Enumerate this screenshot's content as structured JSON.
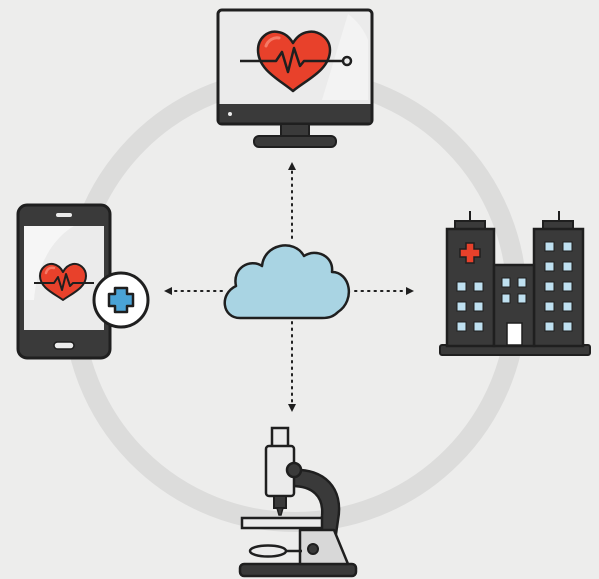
{
  "colors": {
    "background": "#ededec",
    "ring": "#dcdcdb",
    "outline": "#1f1f1f",
    "dark_body": "#3a3a3a",
    "screen": "#ebebeb",
    "heart_red": "#e8412b",
    "heart_highlight": "#f57a66",
    "cloud_blue": "#a9d4e3",
    "plus_blue": "#4aa3d6",
    "window_blue": "#bfe0f0",
    "white": "#ffffff",
    "gray_part": "#d8d8d8"
  },
  "nodes": [
    {
      "id": "cloud",
      "icon": "cloud-icon"
    },
    {
      "id": "monitor",
      "icon": "heart-monitor-icon"
    },
    {
      "id": "phone",
      "icon": "smartphone-heart-icon"
    },
    {
      "id": "hospital",
      "icon": "hospital-building-icon"
    },
    {
      "id": "microscope",
      "icon": "microscope-icon"
    }
  ],
  "connections": [
    {
      "from": "cloud",
      "to": "monitor",
      "style": "dotted-arrow"
    },
    {
      "from": "cloud",
      "to": "phone",
      "style": "dotted-arrow"
    },
    {
      "from": "cloud",
      "to": "hospital",
      "style": "dotted-arrow"
    },
    {
      "from": "cloud",
      "to": "microscope",
      "style": "dotted-arrow"
    }
  ]
}
